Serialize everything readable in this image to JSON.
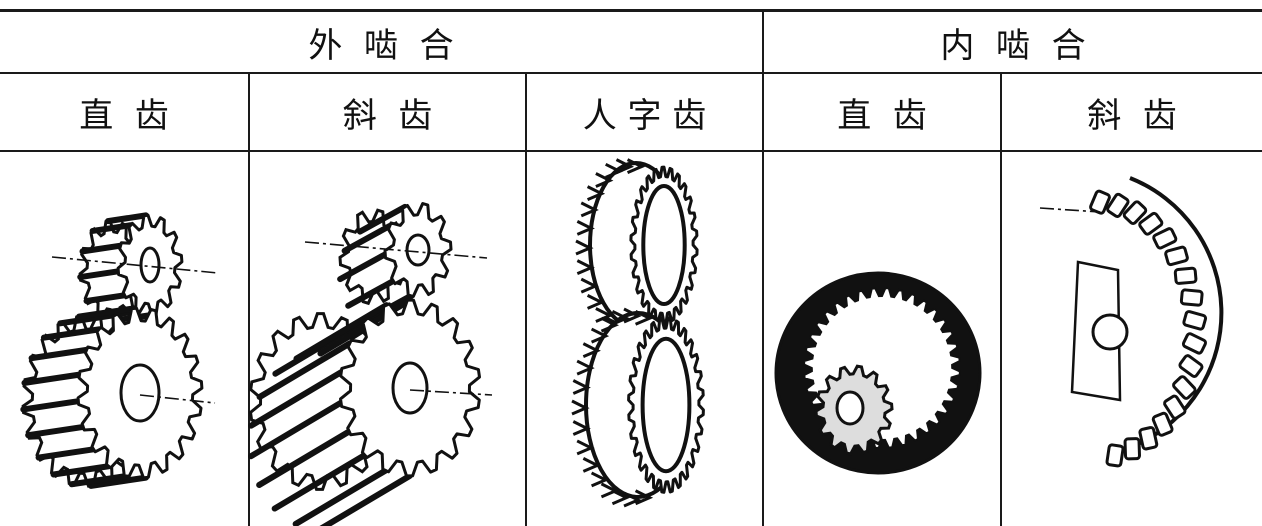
{
  "groups": {
    "external": "外  啮  合",
    "internal": "内  啮  合"
  },
  "columns": [
    {
      "label": "直  齿",
      "figure": "external-spur-gear-pair"
    },
    {
      "label": "斜  齿",
      "figure": "external-helical-gear-pair"
    },
    {
      "label": "人 字 齿",
      "figure": "herringbone-gear-pair"
    },
    {
      "label": "直  齿",
      "figure": "internal-spur-gear-pair"
    },
    {
      "label": "斜  齿",
      "figure": "internal-helical-gear-pair"
    }
  ]
}
